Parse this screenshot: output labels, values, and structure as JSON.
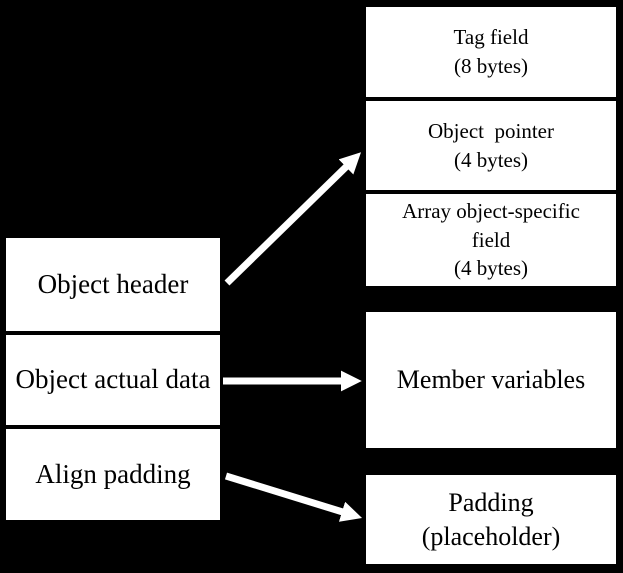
{
  "diagram": {
    "title": "object-memory-layout",
    "left_column": {
      "boxes": [
        {
          "label": "Object header"
        },
        {
          "label": "Object actual data"
        },
        {
          "label": "Align padding"
        }
      ]
    },
    "right_column": {
      "boxes": [
        {
          "label": "Tag field\n(8 bytes)"
        },
        {
          "label": "Object  pointer\n(4 bytes)"
        },
        {
          "label": "Array object-specific\nfield\n(4 bytes)"
        },
        {
          "label": "Member variables"
        },
        {
          "label": "Padding\n(placeholder)"
        }
      ]
    },
    "arrows": [
      {
        "from": "Object header",
        "to": "Object pointer (4 bytes)"
      },
      {
        "from": "Object actual data",
        "to": "Member variables"
      },
      {
        "from": "Align padding",
        "to": "Padding (placeholder)"
      }
    ],
    "colors": {
      "background": "#000000",
      "box_fill": "#ffffff",
      "box_border": "#000000",
      "text": "#000000",
      "arrow": "#ffffff"
    }
  }
}
